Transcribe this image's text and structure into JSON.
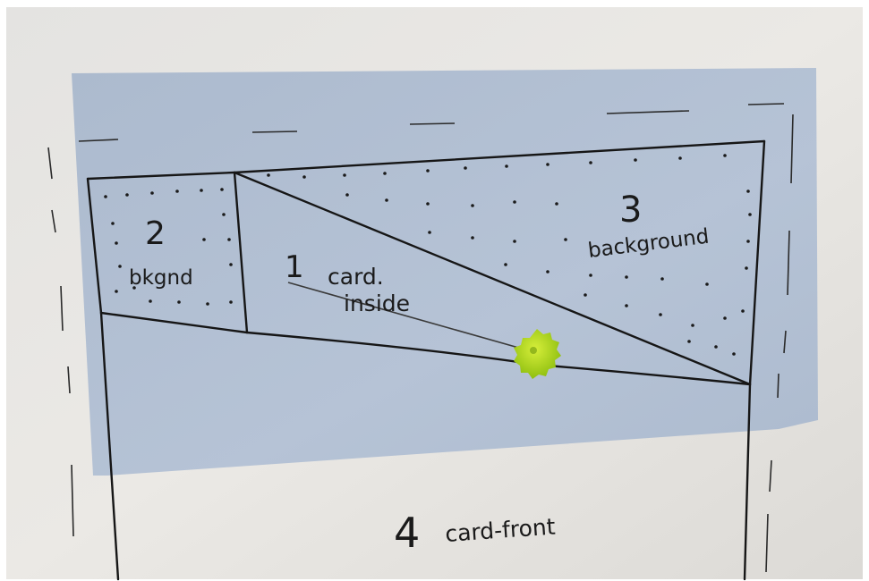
{
  "sketch": {
    "label_2_number": "2",
    "label_2_text": "bkgnd",
    "label_1_number": "1",
    "label_1_text_line1": "card.",
    "label_1_text_line2": "inside",
    "label_3_number": "3",
    "label_3_text": "background",
    "label_4_number": "4",
    "label_4_text": "card-front"
  },
  "colors": {
    "paper": "#e8e6e2",
    "tracing_paper": "#aebdd2",
    "ink": "#1a1a1a",
    "pin": "#a8d21a"
  },
  "icons": [
    "pushpin-icon"
  ]
}
